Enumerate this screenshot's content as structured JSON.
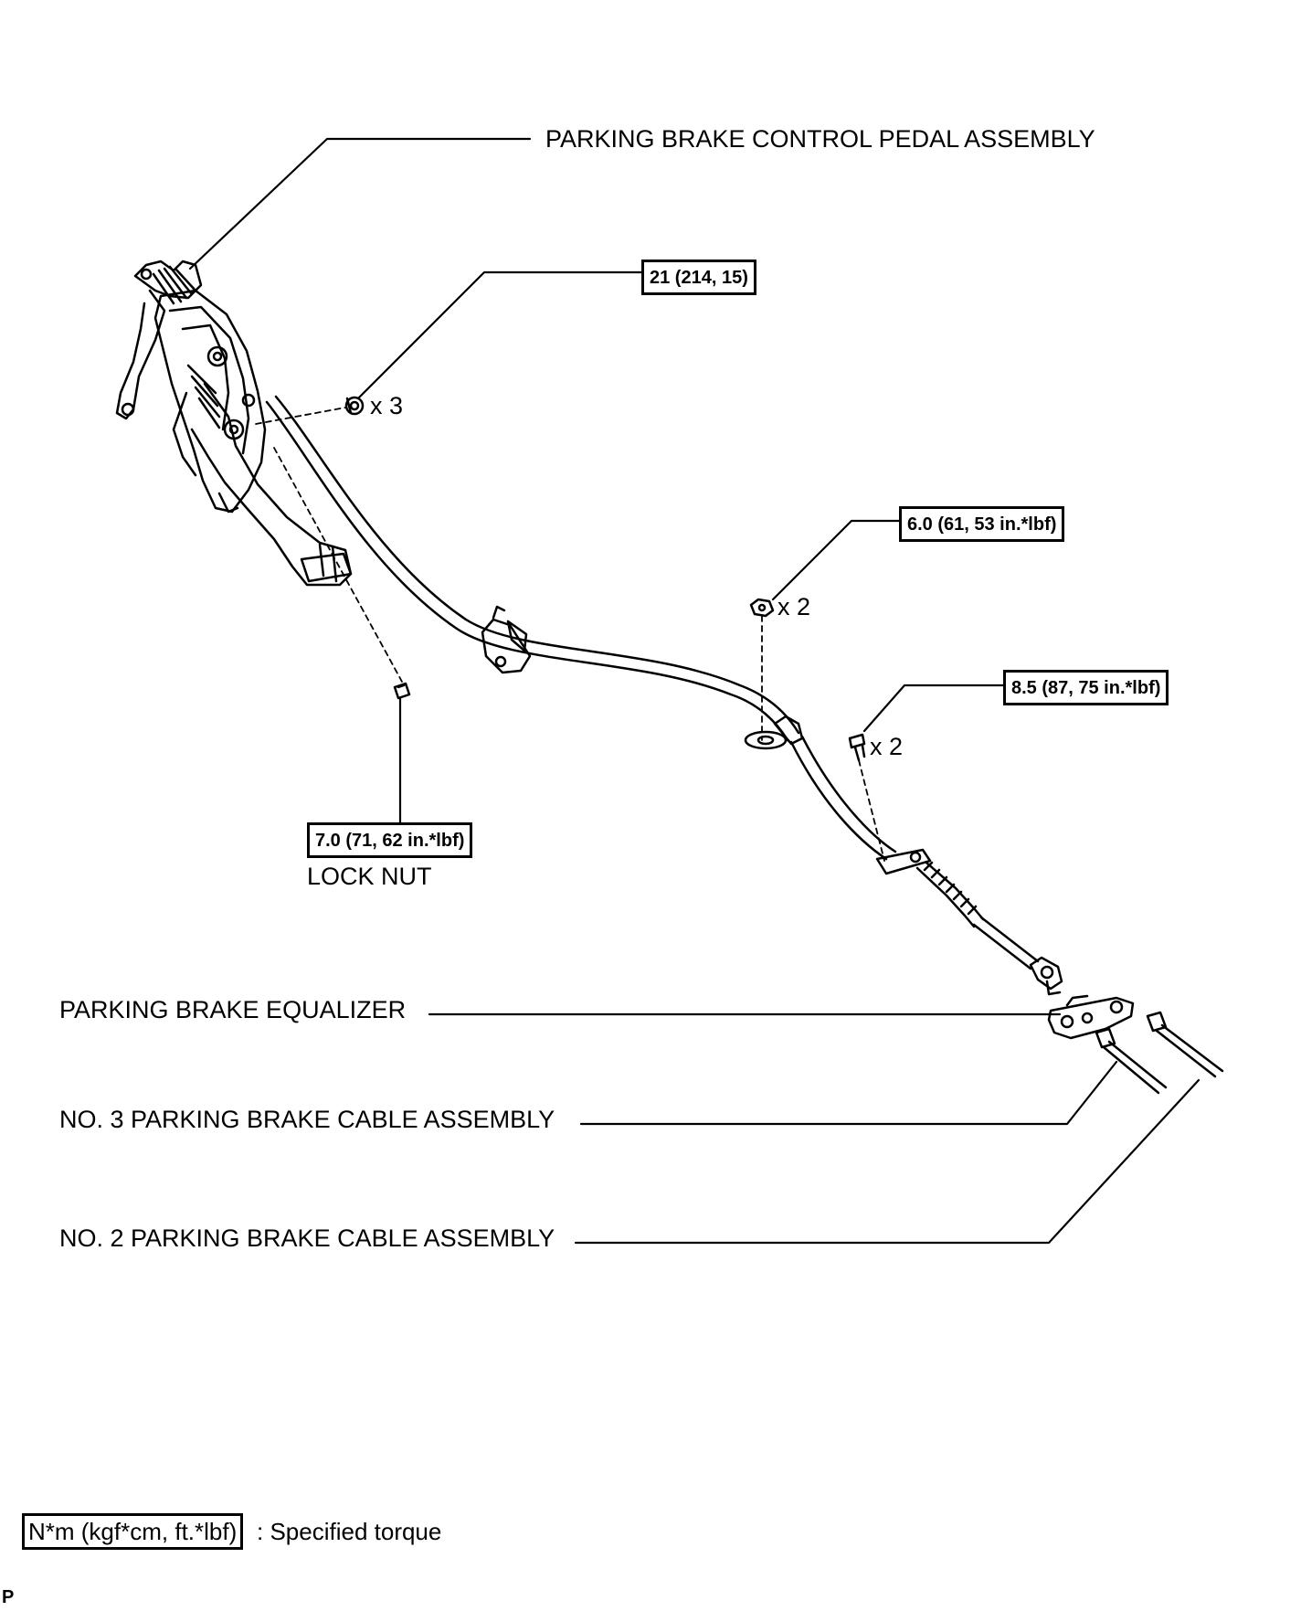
{
  "labels": {
    "pedal_assembly": "PARKING BRAKE CONTROL PEDAL ASSEMBLY",
    "equalizer": "PARKING BRAKE EQUALIZER",
    "no3_cable": "NO. 3 PARKING BRAKE CABLE ASSEMBLY",
    "no2_cable": "NO. 2 PARKING BRAKE CABLE ASSEMBLY",
    "lock_nut": "LOCK NUT"
  },
  "torques": {
    "pedal_nuts": "21 (214, 15)",
    "lock_nut": "7.0 (71, 62 in.*lbf)",
    "cable_nuts": "6.0 (61, 53 in.*lbf)",
    "cable_bolts": "8.5 (87, 75 in.*lbf)"
  },
  "quantities": {
    "pedal_nuts": "x 3",
    "cable_nuts": "x 2",
    "cable_bolts": "x 2"
  },
  "legend": {
    "unit_box": "N*m (kgf*cm, ft.*lbf)",
    "description": ": Specified torque"
  },
  "corner_mark": "P"
}
